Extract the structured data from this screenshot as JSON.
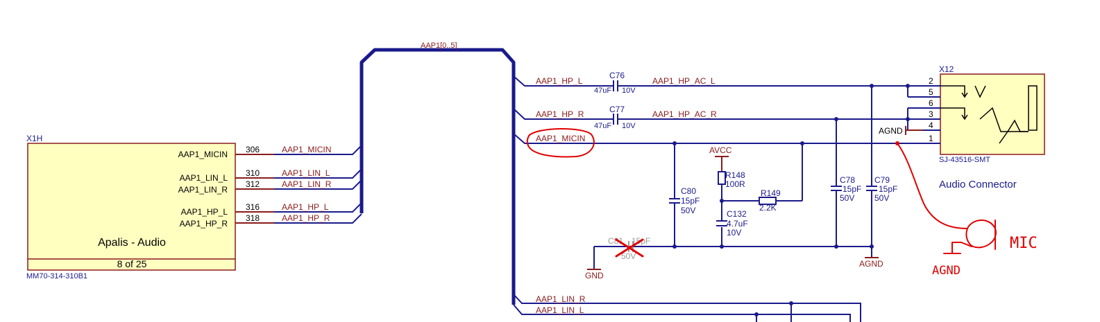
{
  "bus": {
    "label": "AAP1[0..5]"
  },
  "x1h": {
    "refdes": "X1H",
    "title": "Apalis - Audio",
    "page": "8 of 25",
    "part_number": "MM70-314-310B1",
    "pins": [
      {
        "name": "AAP1_MICIN",
        "number": "306",
        "net": "AAP1_MICIN"
      },
      {
        "name": "AAP1_LIN_L",
        "number": "310",
        "net": "AAP1_LIN_L"
      },
      {
        "name": "AAP1_LIN_R",
        "number": "312",
        "net": "AAP1_LIN_R"
      },
      {
        "name": "AAP1_HP_L",
        "number": "316",
        "net": "AAP1_HP_L"
      },
      {
        "name": "AAP1_HP_R",
        "number": "318",
        "net": "AAP1_HP_R"
      }
    ]
  },
  "nets_right": {
    "hp_l": "AAP1_HP_L",
    "hp_r": "AAP1_HP_R",
    "micin": "AAP1_MICIN",
    "hp_ac_l": "AAP1_HP_AC_L",
    "hp_ac_r": "AAP1_HP_AC_R",
    "lin_r": "AAP1_LIN_R",
    "lin_l": "AAP1_LIN_L"
  },
  "components": {
    "c76": {
      "ref": "C76",
      "value": "47uF",
      "voltage": "10V"
    },
    "c77": {
      "ref": "C77",
      "value": "47uF",
      "voltage": "10V"
    },
    "c80": {
      "ref": "C80",
      "value": "15pF",
      "voltage": "50V"
    },
    "c81": {
      "ref": "C81",
      "value": "15pF",
      "voltage": "50V"
    },
    "r148": {
      "ref": "R148",
      "value": "100R"
    },
    "r149": {
      "ref": "R149",
      "value": "2.2K"
    },
    "c132": {
      "ref": "C132",
      "value": "4.7uF",
      "voltage": "10V"
    },
    "c78": {
      "ref": "C78",
      "value": "15pF",
      "voltage": "50V"
    },
    "c79": {
      "ref": "C79",
      "value": "15pF",
      "voltage": "50V"
    }
  },
  "power": {
    "avcc": "AVCC",
    "gnd": "GND",
    "agnd": "AGND",
    "agnd_connector": "AGND"
  },
  "connector": {
    "refdes": "X12",
    "part_number": "SJ-43516-SMT",
    "caption": "Audio Connector",
    "pins": [
      "2",
      "5",
      "6",
      "3",
      "4",
      "1"
    ]
  },
  "annotations": {
    "mic": "MIC",
    "agnd": "AGND"
  }
}
